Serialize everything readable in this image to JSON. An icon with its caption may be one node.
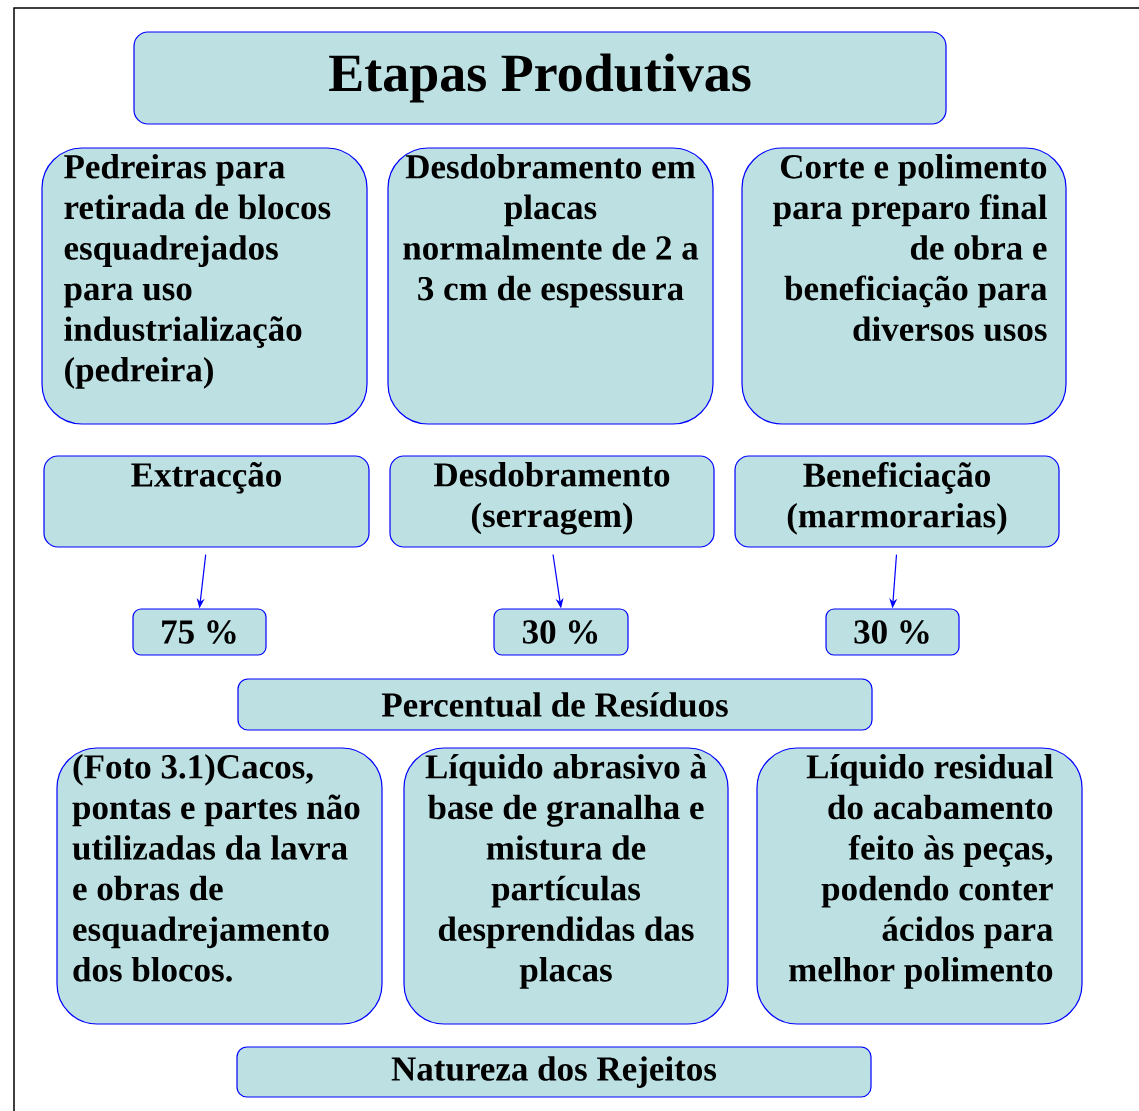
{
  "diagram": {
    "nodes": [
      {
        "text": [
          "Etapas Produtivas"
        ]
      },
      {
        "text": [
          "Pedreiras para retirada de blocos esquadrejados para uso industrialização (pedreira)"
        ]
      },
      {
        "text": [
          "Desdobramento em placas normalmente de 2 a 3 cm de espessura"
        ]
      },
      {
        "text": [
          "Corte e polimento para preparo final de obra e beneficiação para diversos usos"
        ]
      },
      {
        "text": [
          "Extracção"
        ]
      },
      {
        "text": [
          "Desdobramento (serragem)"
        ]
      },
      {
        "text": [
          "Beneficiação (marmorarias)"
        ]
      },
      {
        "text": [
          "75 %"
        ]
      },
      {
        "text": [
          "30 %"
        ]
      },
      {
        "text": [
          "30 %"
        ]
      },
      {
        "text": [
          "Percentual de Resíduos"
        ]
      },
      {
        "text": [
          "(Foto 3.1)Cacos, pontas e partes não utilizadas da lavra e obras de esquadrejamento dos blocos."
        ]
      },
      {
        "text": [
          "Líquido abrasivo à base de granalha e mistura de partículas desprendidas das placas"
        ]
      },
      {
        "text": [
          "Líquido residual do acabamento feito às peças, podendo conter ácidos para melhor polimento"
        ]
      },
      {
        "text": [
          "Natureza dos Rejeitos"
        ]
      }
    ],
    "edges": [
      {
        "from": 4,
        "to": 7,
        "arrow": "to"
      },
      {
        "from": 5,
        "to": 8,
        "arrow": "to"
      },
      {
        "from": 6,
        "to": 9,
        "arrow": "to"
      }
    ]
  }
}
